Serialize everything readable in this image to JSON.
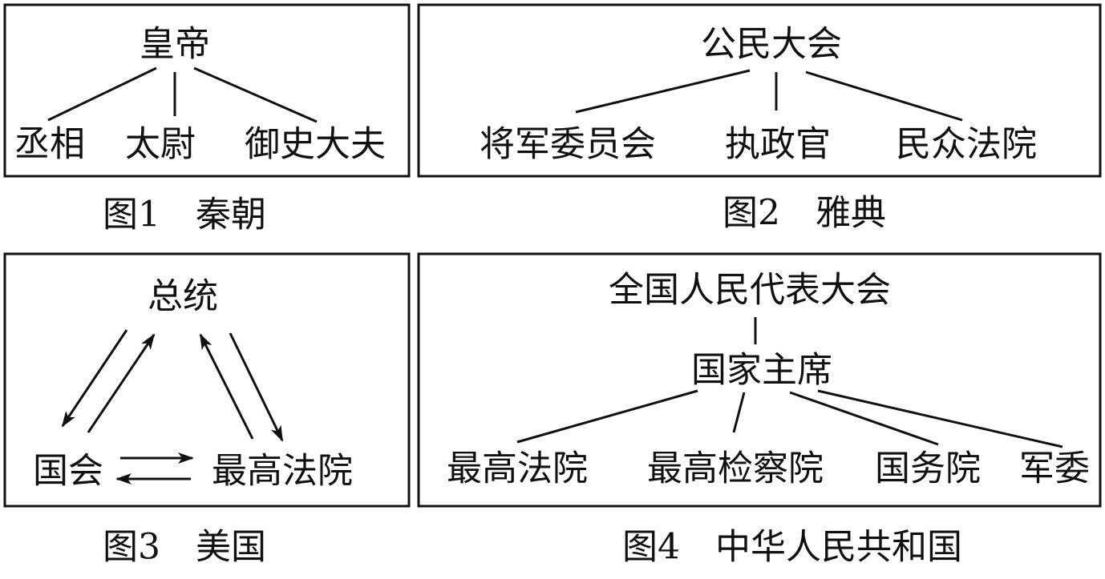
{
  "figures": [
    {
      "caption": "图1　秦朝",
      "top": "皇帝",
      "children": [
        "丞相",
        "太尉",
        "御史大夫"
      ]
    },
    {
      "caption": "图2　雅典",
      "top": "公民大会",
      "children": [
        "将军委员会",
        "执政官",
        "民众法院"
      ]
    },
    {
      "caption": "图3　美国",
      "top": "总统",
      "children": [
        "国会",
        "最高法院"
      ]
    },
    {
      "caption": "图4　中华人民共和国",
      "top": "全国人民代表大会",
      "middle": "国家主席",
      "children": [
        "最高法院",
        "最高检察院",
        "国务院",
        "军委"
      ]
    }
  ]
}
